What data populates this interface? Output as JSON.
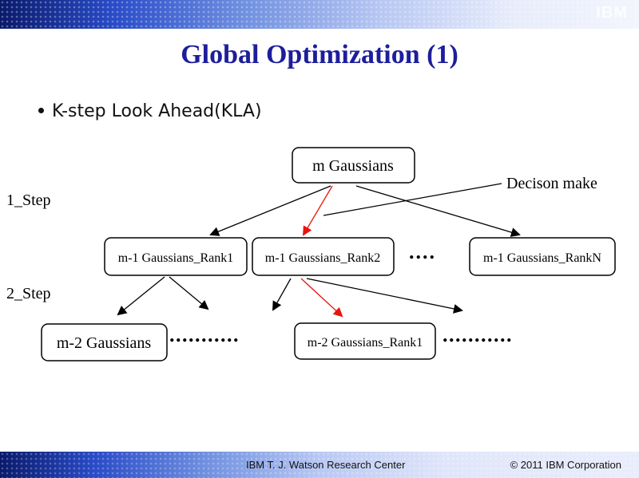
{
  "header": {
    "logo": "IBM"
  },
  "slide": {
    "title": "Global Optimization (1)",
    "bullet": "K-step Look Ahead(KLA)"
  },
  "diagram": {
    "root": "m Gaussians",
    "annotation": "Decison make",
    "step1_label": "1_Step",
    "step2_label": "2_Step",
    "level1": [
      "m-1 Gaussians_Rank1",
      "m-1 Gaussians_Rank2",
      "m-1 Gaussians_RankN"
    ],
    "level2": [
      "m-2 Gaussians",
      "m-2 Gaussians_Rank1"
    ],
    "ellipsis_short": "....",
    "ellipsis_long": "...........",
    "highlight_color": "#e8140c",
    "arrow_color": "#000000"
  },
  "footer": {
    "center": "IBM T. J. Watson Research Center",
    "right": "© 2011 IBM Corporation"
  }
}
